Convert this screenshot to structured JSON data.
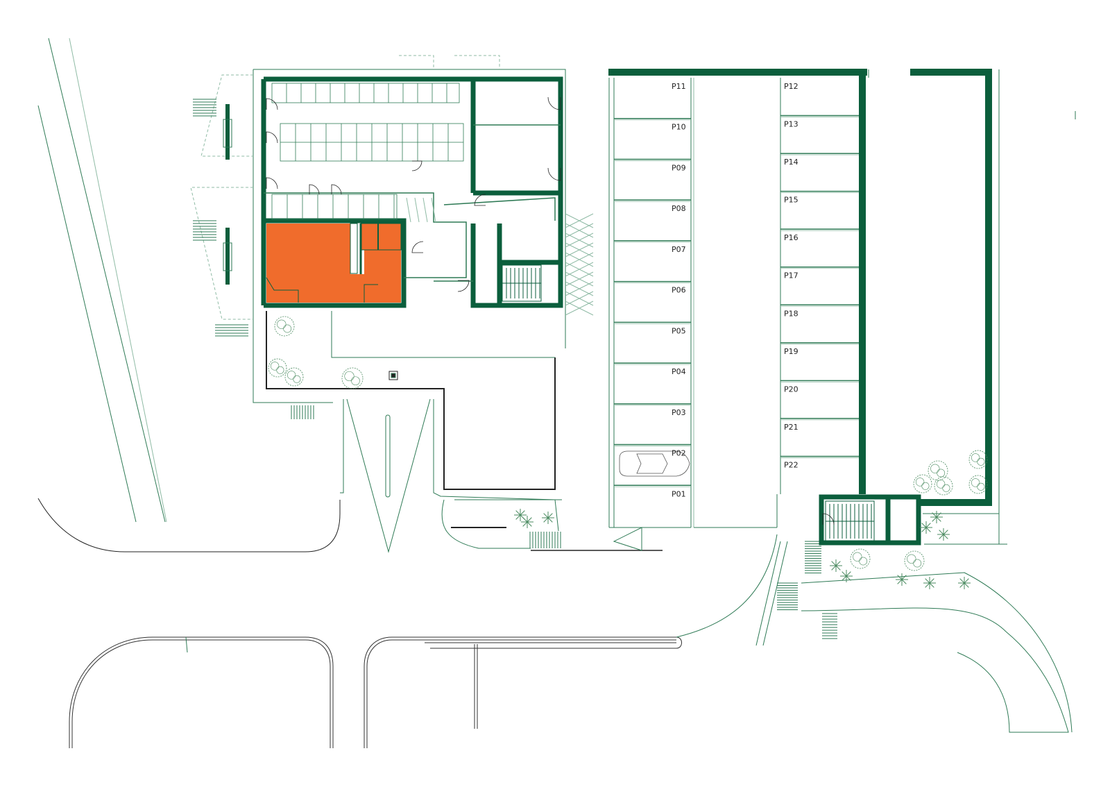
{
  "colors": {
    "wall": "#0b5e3c",
    "line": "#2e7a55",
    "line_light": "#8fbba5",
    "highlight": "#f06c2c",
    "curb": "#222222",
    "tree": "#4a8a5f"
  },
  "parking_left": [
    "P11",
    "P10",
    "P09",
    "P08",
    "P07",
    "P06",
    "P05",
    "P04",
    "P03",
    "P02",
    "P01"
  ],
  "parking_right": [
    "P12",
    "P13",
    "P14",
    "P15",
    "P16",
    "P17",
    "P18",
    "P19",
    "P20",
    "P21",
    "P22"
  ]
}
